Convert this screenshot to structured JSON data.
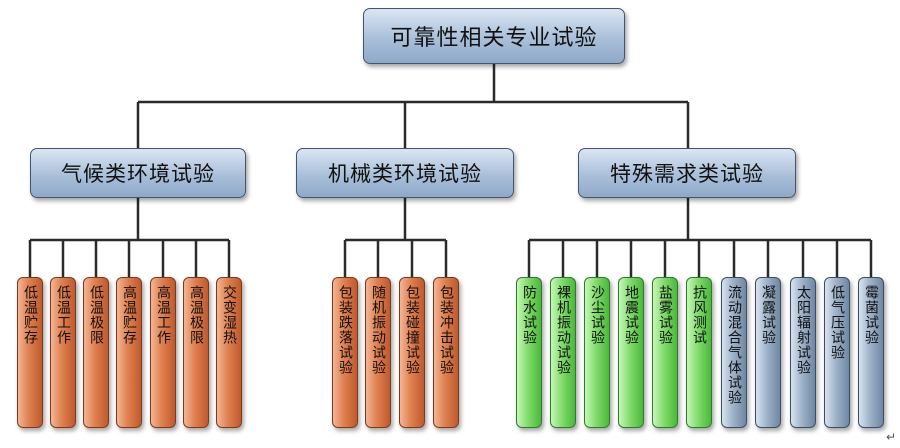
{
  "root": {
    "label": "可靠性相关专业试验"
  },
  "categories": [
    {
      "label": "气候类环境试验",
      "leaves": [
        "低温贮存",
        "低温工作",
        "低温极限",
        "高温贮存",
        "高温工作",
        "高温极限",
        "交变湿热"
      ]
    },
    {
      "label": "机械类环境试验",
      "leaves": [
        "包装跌落试验",
        "随机振动试验",
        "包装碰撞试验",
        "包装冲击试验"
      ]
    },
    {
      "label": "特殊需求类试验",
      "leaves": [
        "防水试验",
        "裸机振动试验",
        "沙尘试验",
        "地震试验",
        "盐雾试验",
        "抗风测试",
        "流动混合气体试验",
        "凝露试验",
        "太阳辐射试验",
        "低气压试验",
        "霉菌试验"
      ]
    }
  ],
  "colors": {
    "header_fill": "#a9bfd9",
    "climate_leaf": "#e08050",
    "special_leaf_green": "#82dc6c",
    "special_leaf_steel": "#9fb3c9",
    "connector": "#2b2b2b"
  },
  "corner_mark": "↵"
}
